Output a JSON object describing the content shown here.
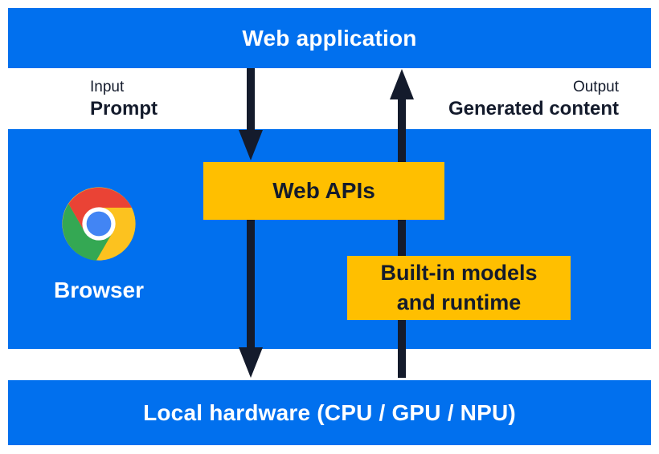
{
  "colors": {
    "blue": "#0170ee",
    "yellow": "#ffbf00",
    "dark": "#141b2c",
    "chrome_red": "#ea4335",
    "chrome_green": "#34a853",
    "chrome_yellow": "#fcc21f",
    "chrome_blue": "#4285f4",
    "chrome_ring": "#ffffff"
  },
  "bands": {
    "web_application": {
      "label": "Web application"
    },
    "browser": {
      "label": "Browser"
    },
    "local_hardware": {
      "label": "Local hardware (CPU / GPU / NPU)"
    }
  },
  "flows": {
    "input": {
      "caption": "Input",
      "label": "Prompt"
    },
    "output": {
      "caption": "Output",
      "label": "Generated content"
    }
  },
  "boxes": {
    "web_apis": {
      "label": "Web APIs"
    },
    "builtin": {
      "line1": "Built-in models",
      "line2": "and runtime"
    }
  }
}
